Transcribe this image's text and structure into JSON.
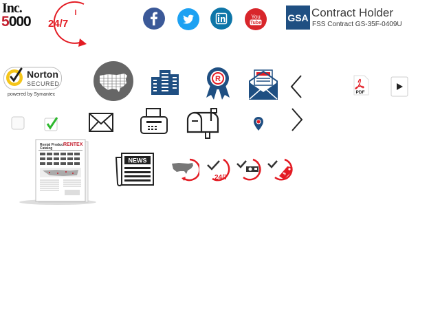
{
  "inc_badge": {
    "word": "Inc.",
    "number_red": "5",
    "number_dark": "000"
  },
  "availability_badge": {
    "label": "24/7",
    "color": "#e31b23"
  },
  "social": [
    {
      "name": "facebook",
      "glyph": "f",
      "color": "#3b5998"
    },
    {
      "name": "twitter",
      "color": "#1da1f2"
    },
    {
      "name": "linkedin",
      "glyph": "in",
      "color": "#0e76a8"
    },
    {
      "name": "youtube",
      "label": "You Tube",
      "color": "#d8262b"
    }
  ],
  "gsa": {
    "logo_text": "GSA",
    "title": "Contract Holder",
    "subtitle": "FSS Contract GS-35F-0409U"
  },
  "norton": {
    "name": "Norton",
    "secured": "SECURED",
    "powered_by": "powered by Symantec"
  },
  "pdf_label": "PDF",
  "catalog": {
    "title": "Rental Product Catalog",
    "brand": "RENTEX"
  },
  "news_label": "NEWS",
  "status_badges": [
    {
      "name": "usa-coverage"
    },
    {
      "name": "24-7-service",
      "label": "24/7"
    },
    {
      "name": "equipment-delivery"
    },
    {
      "name": "pricing-tag"
    }
  ],
  "colors": {
    "brand_red": "#e31b23",
    "dark_blue": "#1f4f82",
    "gray": "#666666"
  }
}
